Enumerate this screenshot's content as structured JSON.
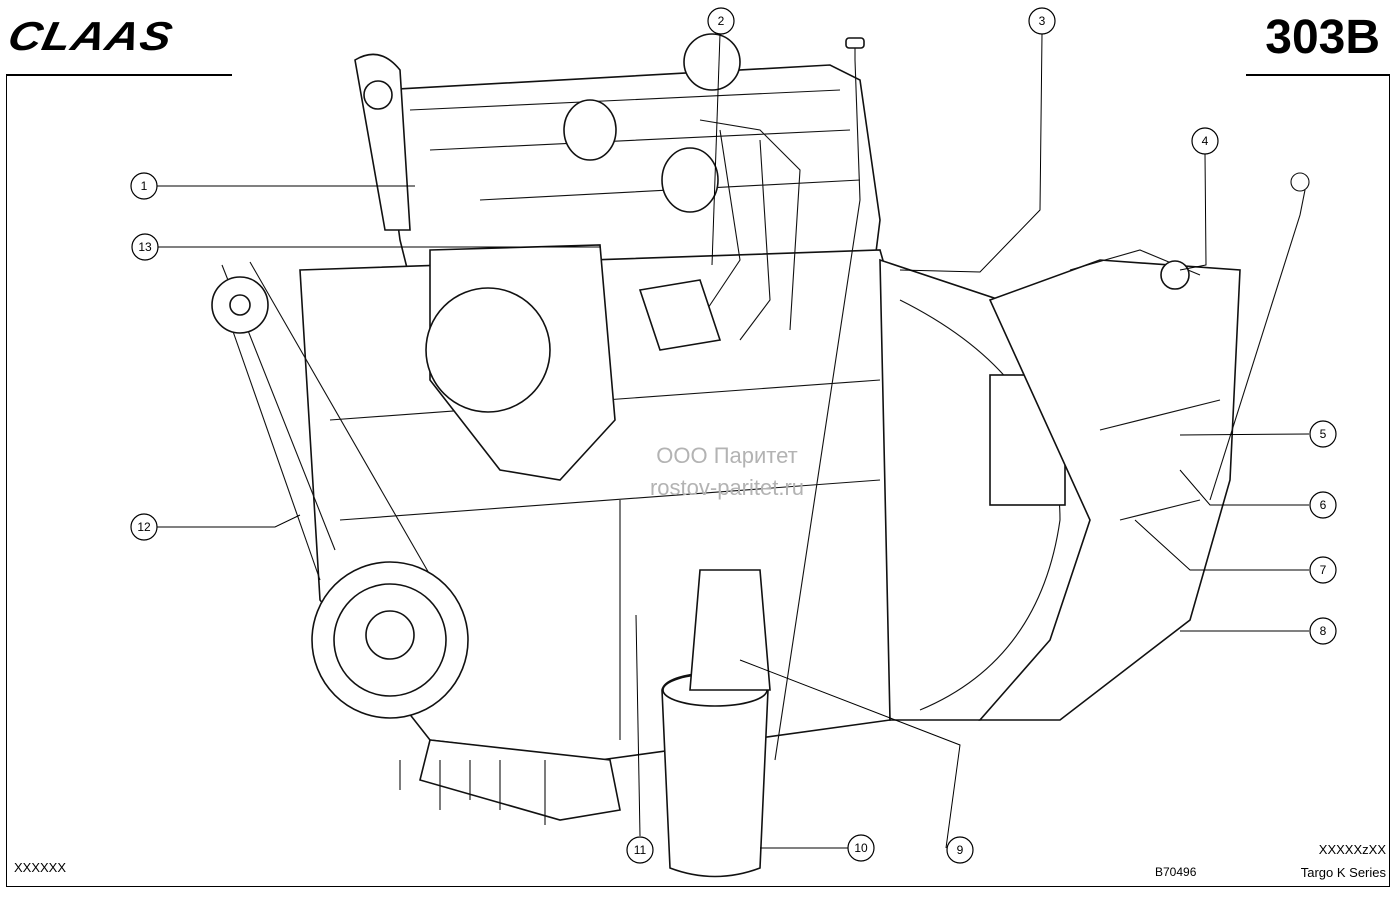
{
  "header": {
    "brand": "CLAAS",
    "sheet_number": "303B"
  },
  "watermark": {
    "line1": "ООО Паритет",
    "line2": "rostov-paritet.ru"
  },
  "callouts": [
    {
      "label": "1"
    },
    {
      "label": "2"
    },
    {
      "label": "3"
    },
    {
      "label": "4"
    },
    {
      "label": "5"
    },
    {
      "label": "6"
    },
    {
      "label": "7"
    },
    {
      "label": "8"
    },
    {
      "label": "9"
    },
    {
      "label": "10"
    },
    {
      "label": "11"
    },
    {
      "label": "12"
    },
    {
      "label": "13"
    }
  ],
  "footer": {
    "left_code": "XXXXXX",
    "drawing_number": "B70496",
    "right_code": "XXXXXzXX",
    "series": "Targo K Series"
  }
}
